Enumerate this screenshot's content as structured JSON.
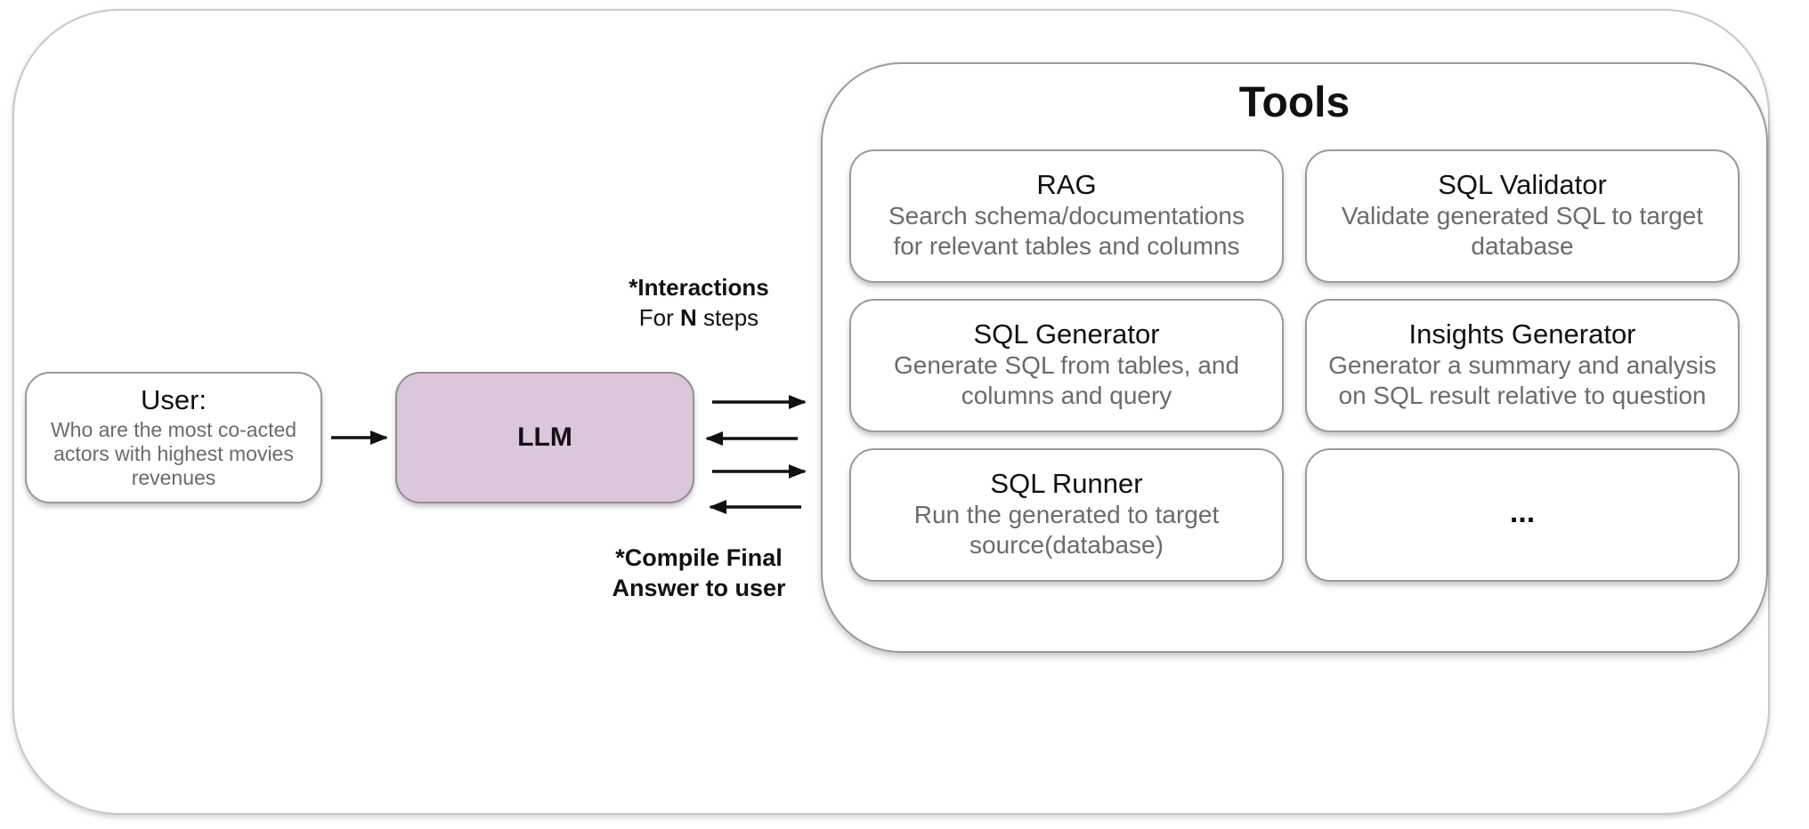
{
  "user": {
    "title": "User:",
    "question": "Who are the most co-acted actors with highest movies revenues"
  },
  "llm": {
    "label": "LLM"
  },
  "interactions": {
    "line1": "*Interactions",
    "line2_prefix": "For ",
    "line2_bold": "N",
    "line2_suffix": " steps"
  },
  "final_answer": {
    "line1": "*Compile Final",
    "line2": "Answer to user"
  },
  "tools": {
    "title": "Tools",
    "rag": {
      "title": "RAG",
      "line1": "Search schema/documentations",
      "line2": "for relevant tables and columns"
    },
    "sql_validator": {
      "title": "SQL Validator",
      "line1": "Validate generated SQL to target",
      "line2": "database"
    },
    "sql_generator": {
      "title": "SQL Generator",
      "line1": "Generate SQL from tables, and",
      "line2": "columns and query"
    },
    "insights_generator": {
      "title": "Insights Generator",
      "line1": "Generator a summary and analysis",
      "line2": "on SQL result relative to question"
    },
    "sql_runner": {
      "title": "SQL Runner",
      "line1": "Run the generated to target",
      "line2": "source(database)"
    },
    "more": {
      "label": "..."
    }
  }
}
